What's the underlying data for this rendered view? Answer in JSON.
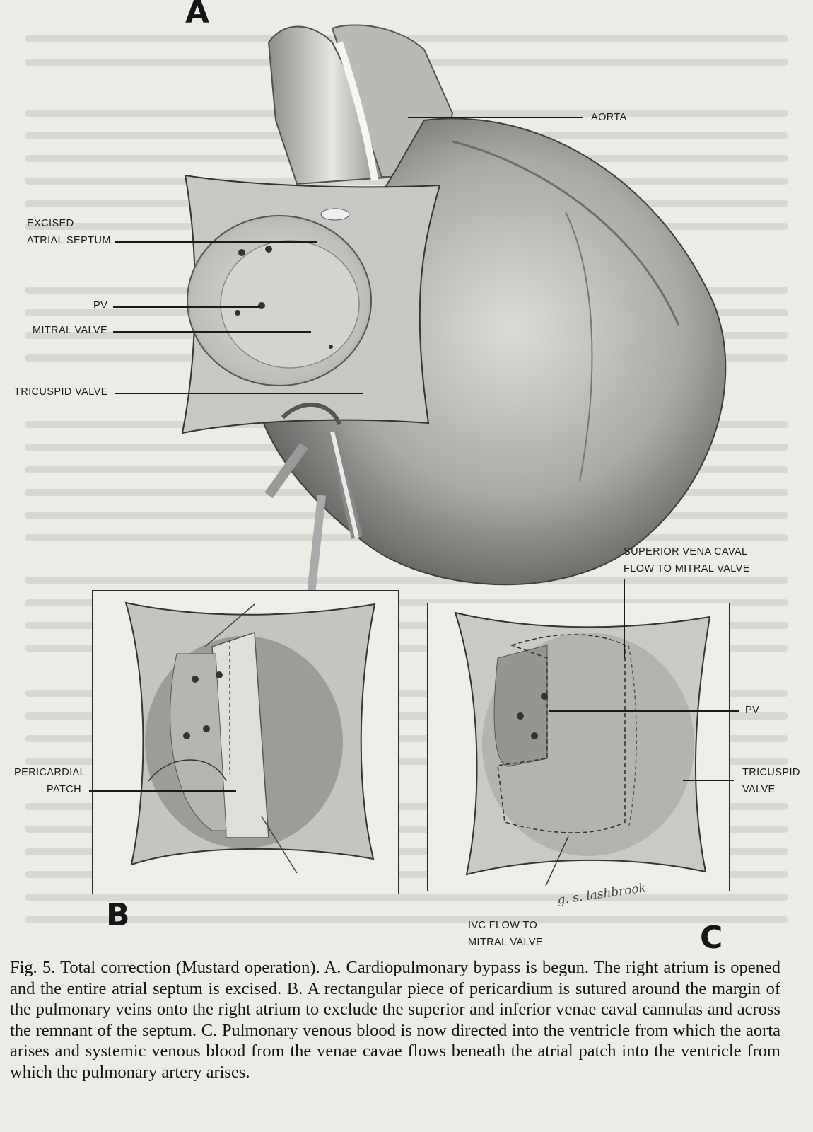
{
  "panel_letters": {
    "a": "A",
    "b": "B",
    "c": "C"
  },
  "labels_a": {
    "aorta": "AORTA",
    "excised_atrial_septum": [
      "EXCISED",
      "ATRIAL SEPTUM"
    ],
    "pv": "PV",
    "mitral_valve": "MITRAL VALVE",
    "tricuspid_valve": "TRICUSPID VALVE"
  },
  "labels_b": {
    "pericardial_patch": [
      "PERICARDIAL",
      "PATCH"
    ]
  },
  "labels_c": {
    "superior_vena_caval_flow": [
      "SUPERIOR VENA CAVAL",
      "FLOW TO MITRAL VALVE"
    ],
    "pv": "PV",
    "tricuspid_valve": [
      "TRICUSPID",
      "VALVE"
    ],
    "ivc_flow": [
      "IVC FLOW TO",
      "MITRAL VALVE"
    ]
  },
  "artist_signature": "g. s. lashbrook",
  "caption": {
    "fig_label": "Fig. 5.",
    "text": "Total correction (Mustard operation). A. Cardiopulmonary bypass is begun. The right atrium is opened and the entire atrial septum is excised. B. A rectangular piece of pericardium is sutured around the margin of the pulmonary veins onto the right atrium to exclude the superior and inferior venae caval cannulas and across the remnant of the septum. C. Pulmonary venous blood is now directed into the ventricle from which the aorta arises and systemic venous blood from the venae cavae flows beneath the atrial patch into the ventricle from which the pulmonary artery arises."
  }
}
